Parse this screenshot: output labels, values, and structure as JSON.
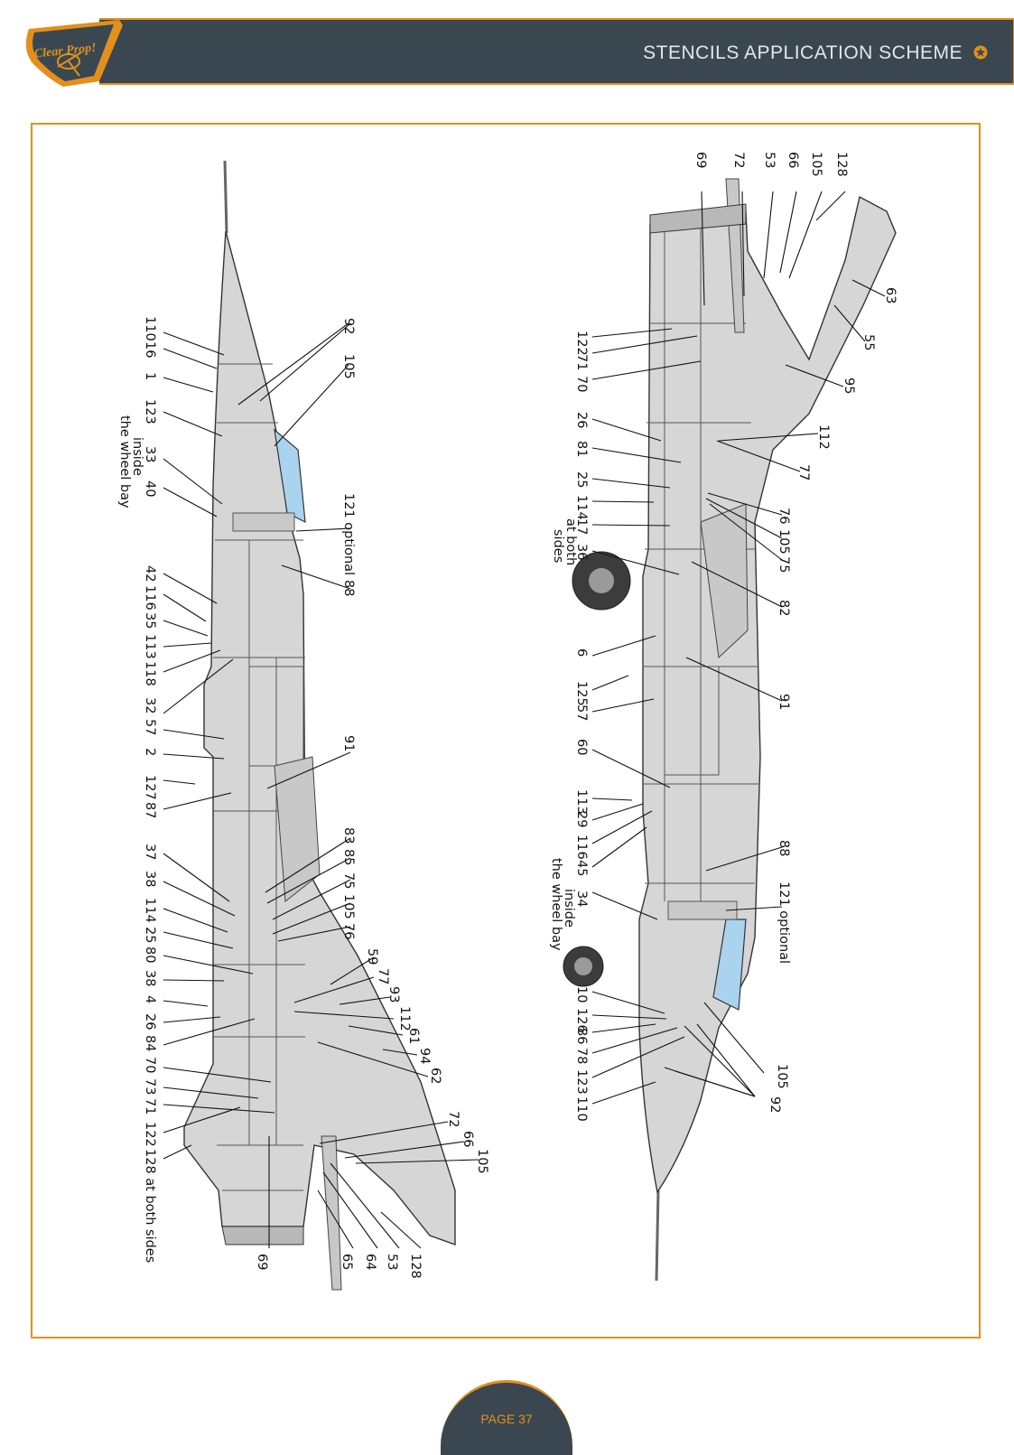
{
  "header": {
    "logo_text": "Clear Prop!",
    "title": "STENCILS APPLICATION SCHEME",
    "accent": "#e2901c",
    "bar_color": "#3a4750"
  },
  "footer": {
    "page_label": "PAGE 37"
  },
  "diagram": {
    "aircraft_fill": "#d6d6d6",
    "canopy_color": "#a9d3ef",
    "left_profile": {
      "labels": [
        "110",
        "16",
        "1",
        "123",
        "33",
        "inside",
        "the wheel bay",
        "40",
        "92",
        "105",
        "121 optional",
        "88",
        "42",
        "116",
        "35",
        "113",
        "118",
        "32",
        "57",
        "2",
        "91",
        "127",
        "87",
        "37",
        "38",
        "114",
        "25",
        "80",
        "38",
        "83",
        "85",
        "75",
        "105",
        "76",
        "4",
        "26",
        "84",
        "59",
        "77",
        "93",
        "112",
        "61",
        "94",
        "62",
        "70",
        "73",
        "71",
        "122",
        "128 at both sides",
        "72",
        "66",
        "105",
        "69",
        "65",
        "64",
        "53",
        "128"
      ]
    },
    "right_profile": {
      "labels": [
        "69",
        "72",
        "53",
        "66",
        "105",
        "128",
        "63",
        "55",
        "122",
        "71",
        "70",
        "95",
        "26",
        "112",
        "81",
        "77",
        "25",
        "114",
        "17",
        "at both",
        "sides",
        "36",
        "76",
        "105",
        "75",
        "82",
        "6",
        "125",
        "57",
        "91",
        "60",
        "113",
        "29",
        "116",
        "45",
        "34",
        "inside",
        "the wheel bay",
        "88",
        "121 optional",
        "10",
        "126",
        "86",
        "78",
        "123",
        "110",
        "105",
        "92"
      ]
    }
  }
}
